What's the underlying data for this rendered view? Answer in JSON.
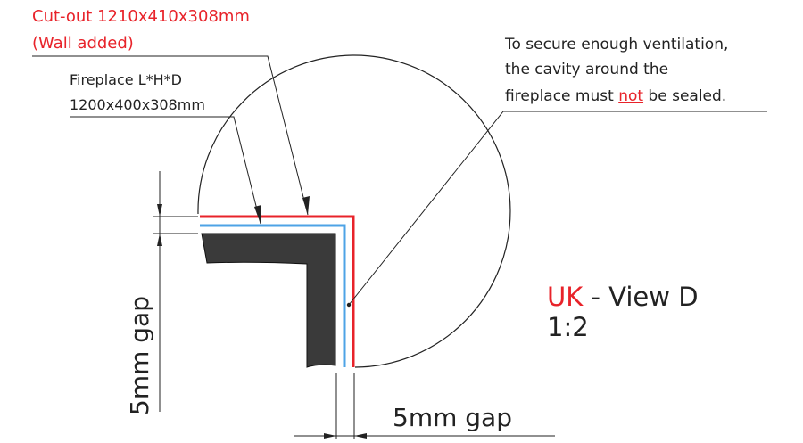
{
  "labels": {
    "cutout_line1": "Cut-out 1210x410x308mm",
    "cutout_line2": "(Wall added)",
    "fireplace_line1": "Fireplace L*H*D",
    "fireplace_line2": "1200x400x308mm",
    "note_line1": "To secure enough ventilation,",
    "note_line2": "the cavity around the",
    "note_line3_pre": "fireplace must ",
    "note_line3_emph": "not",
    "note_line3_post": " be sealed.",
    "view_prefix": "UK",
    "view_suffix": " - View D",
    "scale": "1:2",
    "gap_vertical": "5mm gap",
    "gap_horizontal": "5mm gap"
  },
  "colors": {
    "cutout_line": "#e8232a",
    "fireplace_outline": "#4da3e6",
    "fireplace_fill": "#3a3a3a",
    "text": "#222222",
    "accent_text": "#e8232a"
  }
}
